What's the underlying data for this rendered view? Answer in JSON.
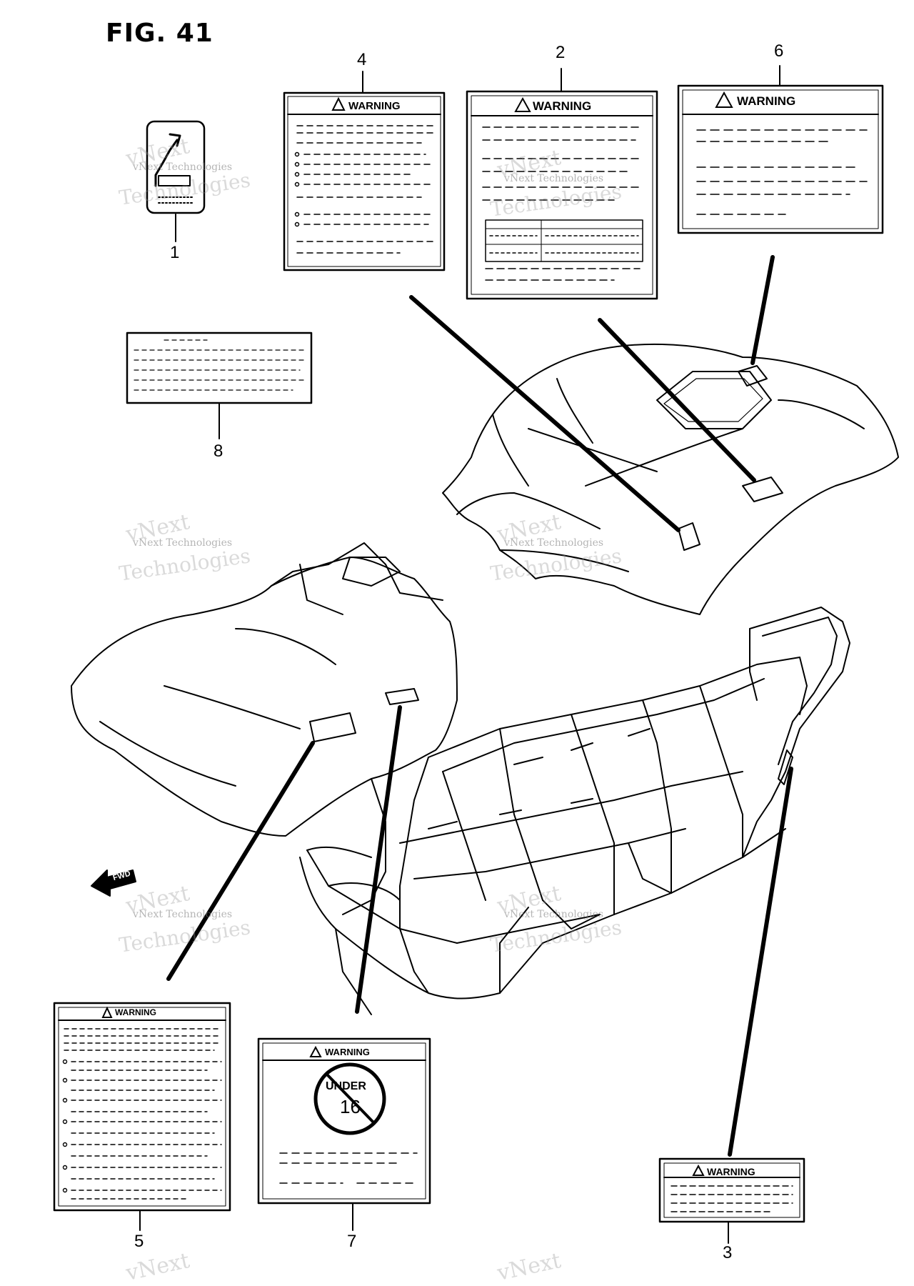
{
  "figure": {
    "title": "FIG. 41"
  },
  "callouts": [
    "1",
    "2",
    "3",
    "4",
    "5",
    "6",
    "7",
    "8"
  ],
  "labels": {
    "warning": "WARNING",
    "fwd": "FWD",
    "under_top": "UNDER",
    "under_age": "16"
  },
  "watermark": {
    "line1": "vNext",
    "line2": "vNext Technologies",
    "line3": "Technologies"
  }
}
